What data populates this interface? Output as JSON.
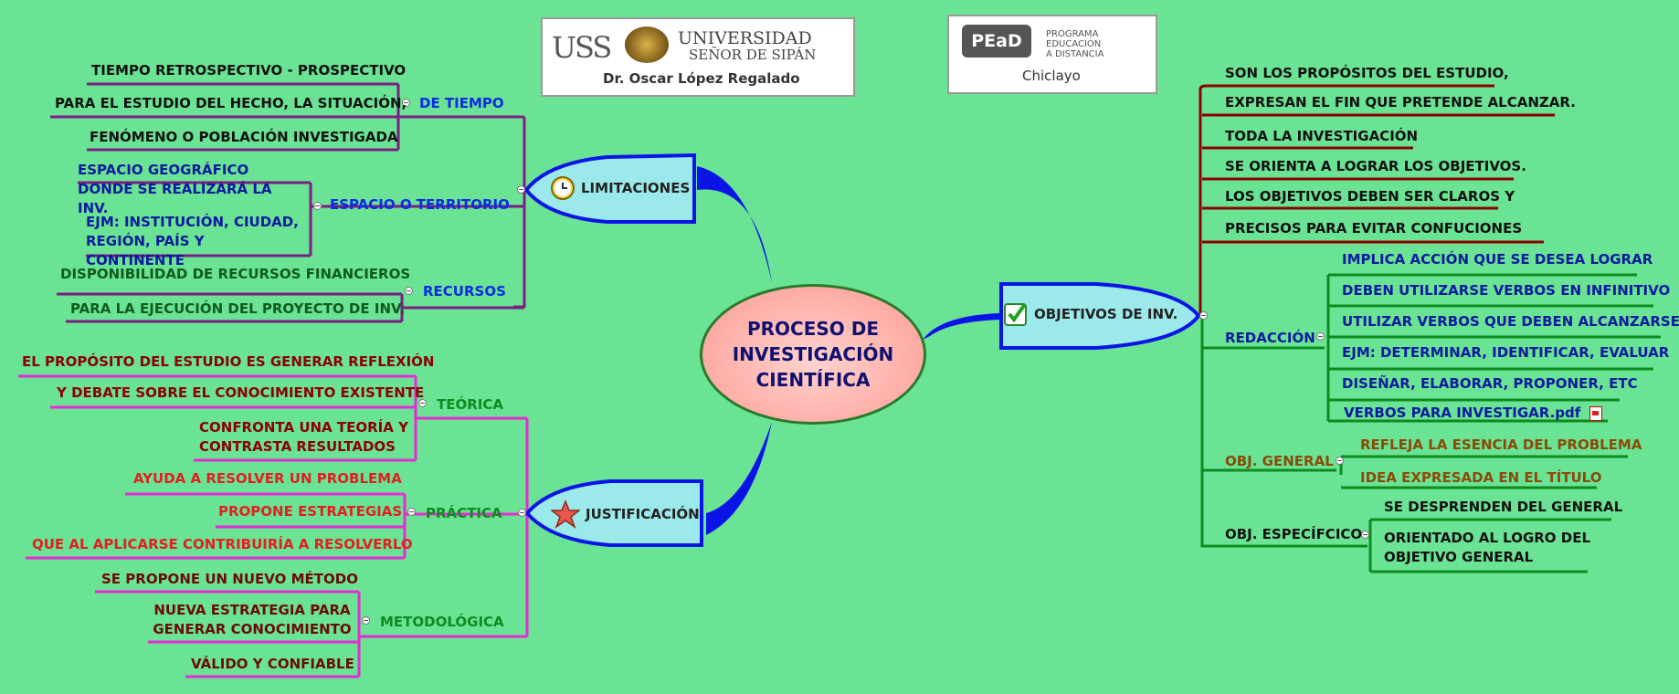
{
  "center": {
    "lines": [
      "PROCESO DE",
      "INVESTIGACIÓN",
      "CIENTÍFICA"
    ]
  },
  "header": {
    "uss_logo": "USS",
    "university_line1": "UNIVERSIDAD",
    "university_line2": "SEÑOR DE SIPÁN",
    "author": "Dr. Oscar López Regalado",
    "pead_logo": "PEaD",
    "pead_line1": "PROGRAMA",
    "pead_line2": "EDUCACIÓN",
    "pead_line3": "A DISTANCIA",
    "city": "Chiclayo"
  },
  "limitaciones": {
    "label": "LIMITACIONES",
    "icon": "clock-icon",
    "color": "#7a1f82",
    "de_tiempo": {
      "label": "DE TIEMPO",
      "items": [
        "TIEMPO RETROSPECTIVO - PROSPECTIVO",
        "PARA EL ESTUDIO DEL HECHO, LA SITUACIÓN,",
        "FENÓMENO O POBLACIÓN INVESTIGADA"
      ]
    },
    "espacio": {
      "label": "ESPACIO O TERRITORIO",
      "items": [
        "ESPACIO GEOGRÁFICO DONDE SE REALIZARÁ LA INV.",
        "EJM: INSTITUCIÓN, CIUDAD, REGIÓN, PAÍS Y CONTINENTE"
      ]
    },
    "recursos": {
      "label": "RECURSOS",
      "items": [
        "DISPONIBILIDAD DE RECURSOS FINANCIEROS",
        "PARA LA EJECUCIÓN DEL PROYECTO DE INV."
      ]
    }
  },
  "justificacion": {
    "label": "JUSTIFICACIÓN",
    "icon": "star-icon",
    "color": "#e62ad6",
    "teorica": {
      "label": "TEÓRICA",
      "items": [
        "EL PROPÓSITO DEL ESTUDIO ES GENERAR REFLEXIÓN",
        "Y DEBATE SOBRE EL CONOCIMIENTO EXISTENTE",
        "CONFRONTA UNA TEORÍA Y CONTRASTA RESULTADOS"
      ]
    },
    "practica": {
      "label": "PRÁCTICA",
      "items": [
        "AYUDA A RESOLVER UN PROBLEMA",
        "PROPONE ESTRATEGIAS",
        "QUE AL APLICARSE CONTRIBUIRÍA A RESOLVERLO"
      ]
    },
    "metodologica": {
      "label": "METODOLÓGICA",
      "items": [
        "SE PROPONE UN NUEVO MÉTODO",
        "NUEVA ESTRATEGIA PARA GENERAR CONOCIMIENTO",
        "VÁLIDO Y CONFIABLE"
      ]
    }
  },
  "objetivos": {
    "label": "OBJETIVOS DE INV.",
    "icon": "checkmark-icon",
    "red_color": "#8b0000",
    "green_color": "#0f8a1f",
    "statements": [
      "SON LOS PROPÓSITOS DEL ESTUDIO,",
      "EXPRESAN EL FIN QUE PRETENDE ALCANZAR.",
      "TODA LA INVESTIGACIÓN",
      "SE ORIENTA A LOGRAR LOS OBJETIVOS.",
      "LOS OBJETIVOS DEBEN SER CLAROS Y",
      "PRECISOS PARA EVITAR CONFUCIONES"
    ],
    "redaccion": {
      "label": "REDACCIÓN",
      "items": [
        "IMPLICA ACCIÓN QUE SE DESEA LOGRAR",
        "DEBEN UTILIZARSE VERBOS EN INFINITIVO",
        "UTILIZAR VERBOS QUE DEBEN ALCANZARSE",
        "EJM: DETERMINAR, IDENTIFICAR, EVALUAR",
        "DISEÑAR, ELABORAR, PROPONER, ETC",
        "VERBOS PARA INVESTIGAR.pdf"
      ]
    },
    "general": {
      "label": "OBJ. GENERAL",
      "items": [
        "REFLEJA LA ESENCIA DEL PROBLEMA",
        "IDEA EXPRESADA EN EL TÍTULO"
      ]
    },
    "especifico": {
      "label": "OBJ. ESPECÍFCICO",
      "items": [
        "SE DESPRENDEN DEL GENERAL",
        "ORIENTADO AL LOGRO DEL OBJETIVO GENERAL"
      ]
    }
  }
}
